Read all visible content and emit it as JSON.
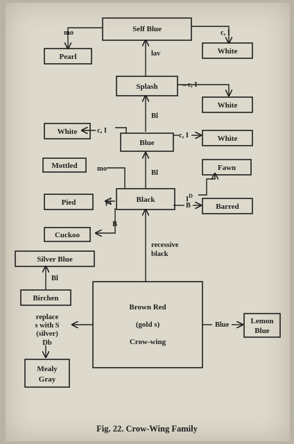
{
  "boxes": {
    "self_blue": "Self Blue",
    "pearl": "Pearl",
    "white_top": "White",
    "splash": "Splash",
    "white_splash": "White",
    "white_left": "White",
    "blue": "Blue",
    "white_blue": "White",
    "mottled": "Mottled",
    "fawn": "Fawn",
    "pied": "Pied",
    "black": "Black",
    "barred": "Barred",
    "cuckoo": "Cuckoo",
    "silver_blue": "Silver Blue",
    "birchen": "Birchen",
    "brown_red_1": "Brown Red",
    "brown_red_2": "(gold s)",
    "brown_red_3": "Crow-wing",
    "lemon_blue_1": "Lemon",
    "lemon_blue_2": "Blue",
    "mealy_gray_1": "Mealy",
    "mealy_gray_2": "Gray"
  },
  "labels": {
    "mo_top": "mo",
    "c_i_top": "c, I",
    "lav": "lav",
    "splash_c_i": "→c, I",
    "bl_splash": "Bl",
    "white_c_i": "c, I",
    "blue_c_i": "c, I",
    "bl_blue": "Bl",
    "mo_mid": "mo",
    "i_d": "I",
    "i_d_sup": "D",
    "pi": "pi",
    "b_barred": "B",
    "b_cuckoo": "B",
    "recessive_1": "recessive",
    "recessive_2": "black",
    "bl_silver": "Bl",
    "replace_1": "replace",
    "replace_2": "s with S",
    "replace_3": "(silver)",
    "db": "Db",
    "blue_lemon": "Blue"
  },
  "caption": "Fig. 22. Crow-Wing Family"
}
